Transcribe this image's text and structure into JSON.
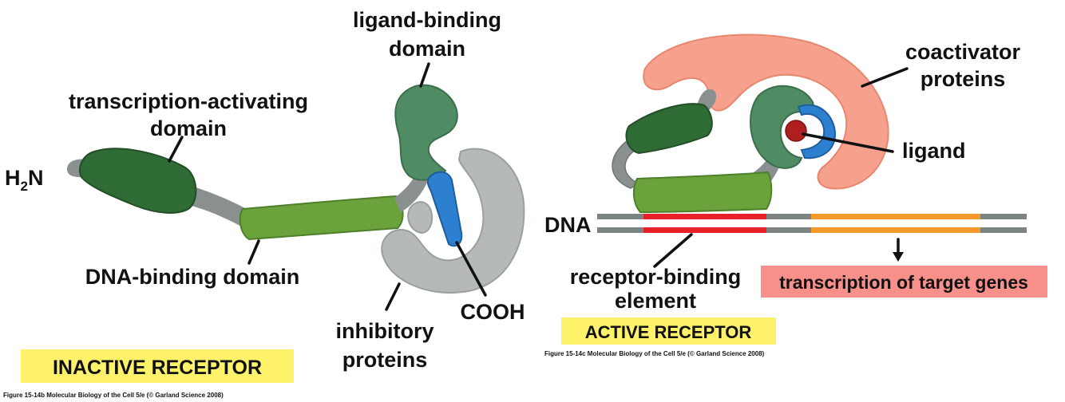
{
  "inactive": {
    "title": "INACTIVE RECEPTOR",
    "caption": "Figure 15-14b  Molecular Biology of the Cell 5/e (© Garland Science 2008)",
    "labels": {
      "ligand_binding_1": "ligand-binding",
      "ligand_binding_2": "domain",
      "transcription_activating_1": "transcription-activating",
      "transcription_activating_2": "domain",
      "h2n_h": "H",
      "h2n_sub": "2",
      "h2n_n": "N",
      "dna_binding": "DNA-binding domain",
      "inhibitory_1": "inhibitory",
      "inhibitory_2": "proteins",
      "cooh": "COOH"
    }
  },
  "active": {
    "title": "ACTIVE RECEPTOR",
    "caption": "Figure 15-14c  Molecular Biology of the Cell 5/e (© Garland Science 2008)",
    "labels": {
      "coactivator_1": "coactivator",
      "coactivator_2": "proteins",
      "ligand": "ligand",
      "dna": "DNA",
      "receptor_binding_1": "receptor-binding",
      "receptor_binding_2": "element",
      "transcription_target": "transcription of target genes"
    }
  },
  "colors": {
    "dark_green": "#2e6b35",
    "light_green": "#6aa33c",
    "mid_green": "#4f8c63",
    "gray_linker": "#8a9090",
    "inhibitory_gray": "#b5b9b7",
    "helix_blue": "#2d7fd0",
    "coactivator_salmon": "#f6a08e",
    "ligand_red": "#b01f1f",
    "dna_gray": "#7d8582",
    "dna_red": "#e8202a",
    "dna_orange": "#f39a2a",
    "title_yellow": "#fdf26a",
    "target_pink": "#f7908a"
  }
}
